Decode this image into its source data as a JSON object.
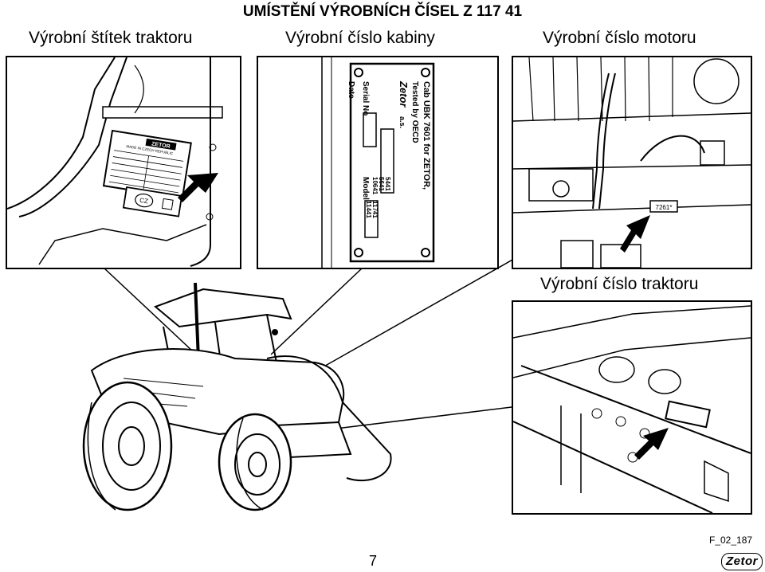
{
  "header": {
    "title": "UMÍSTĚNÍ VÝROBNÍCH ČÍSEL Z 117 41"
  },
  "captions": {
    "plate": "Výrobní štítek traktoru",
    "cab": "Výrobní číslo kabiny",
    "engine": "Výrobní číslo motoru",
    "tractor": "Výrobní číslo traktoru"
  },
  "cab_plate": {
    "line1": "Cab UBK 7601 for ZETOR,",
    "line2": "Tested by OECD",
    "brand": "Zetor",
    "suffix": "a.s.",
    "serial_label": "Serial No",
    "date_label": "Date",
    "model_label": "Model",
    "numbers": [
      "5441",
      "5641",
      "10641",
      "11441",
      "11741"
    ]
  },
  "tractor_plate": {
    "brand": "ZETOR",
    "made_in": "MADE IN CZECH REPUBLIC",
    "cert_label": "CZ"
  },
  "engine_stamp": "7261*",
  "footer": {
    "page_number": "7",
    "figure_code": "F_02_187",
    "logo_text": "Zetor"
  }
}
